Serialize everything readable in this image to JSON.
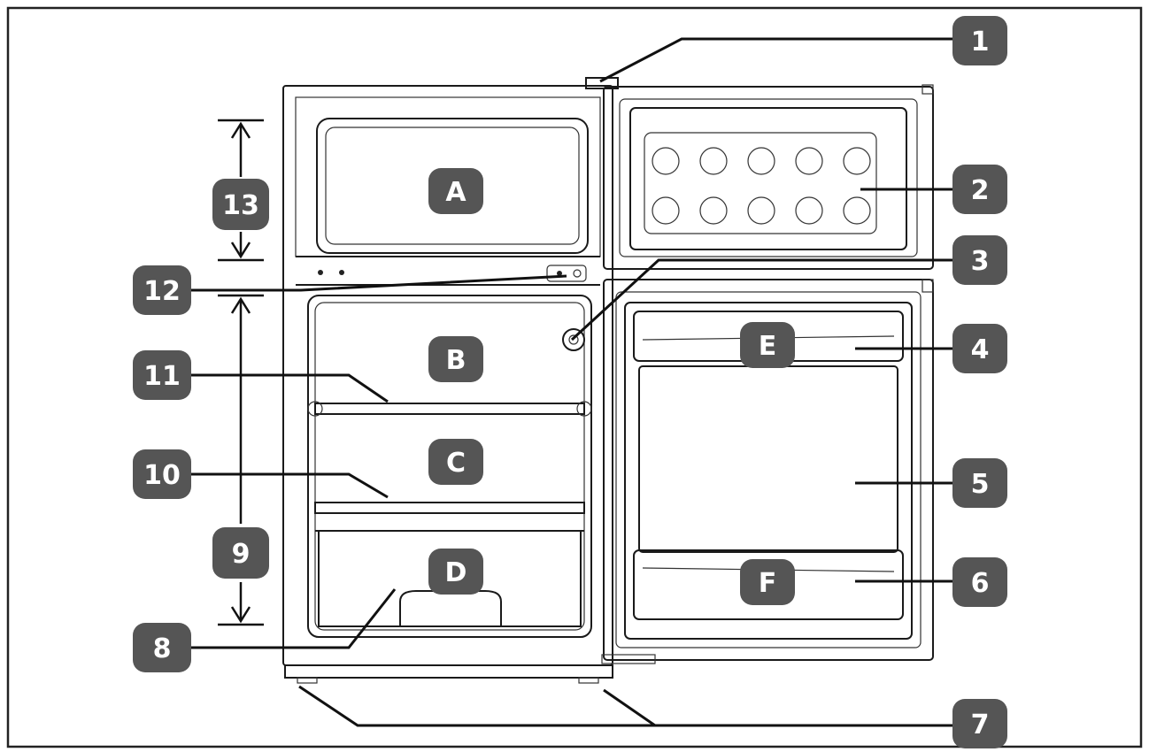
{
  "callouts": [
    {
      "id": "1",
      "label": "1"
    },
    {
      "id": "2",
      "label": "2"
    },
    {
      "id": "3",
      "label": "3"
    },
    {
      "id": "4",
      "label": "4"
    },
    {
      "id": "5",
      "label": "5"
    },
    {
      "id": "6",
      "label": "6"
    },
    {
      "id": "7",
      "label": "7"
    },
    {
      "id": "8",
      "label": "8"
    },
    {
      "id": "9",
      "label": "9"
    },
    {
      "id": "10",
      "label": "10"
    },
    {
      "id": "11",
      "label": "11"
    },
    {
      "id": "12",
      "label": "12"
    },
    {
      "id": "13",
      "label": "13"
    }
  ],
  "zones": [
    {
      "id": "A",
      "label": "A"
    },
    {
      "id": "B",
      "label": "B"
    },
    {
      "id": "C",
      "label": "C"
    },
    {
      "id": "D",
      "label": "D"
    },
    {
      "id": "E",
      "label": "E"
    },
    {
      "id": "F",
      "label": "F"
    }
  ],
  "colors": {
    "badge": "#555555",
    "badge_text": "#ffffff",
    "lines": "#1a1a1a"
  }
}
